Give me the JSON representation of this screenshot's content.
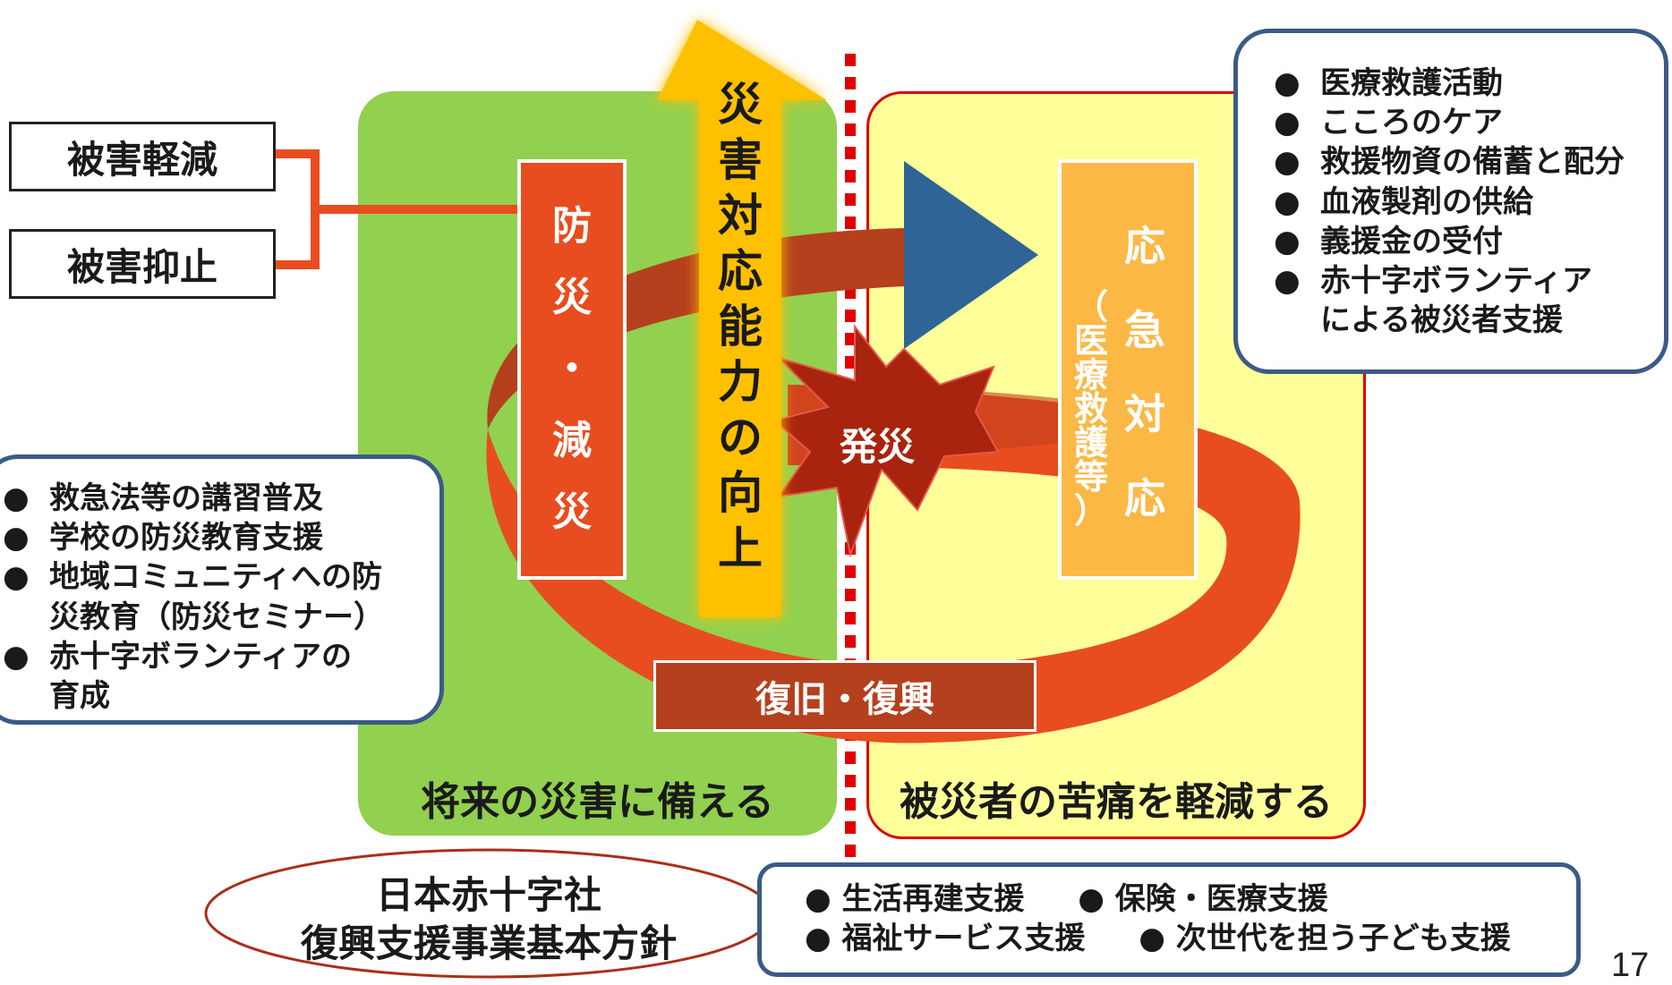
{
  "left_labels": {
    "reduction": "被害軽減",
    "deterrence": "被害抑止"
  },
  "prevention_box": [
    "防",
    "災",
    "・",
    "減",
    "災"
  ],
  "center_arrow": [
    "災",
    "害",
    "対",
    "応",
    "能",
    "力",
    "の",
    "向",
    "上"
  ],
  "response_box": {
    "main": [
      "応",
      "急",
      "対",
      "応"
    ],
    "sub": [
      "（",
      "医",
      "療",
      "救",
      "護",
      "等",
      "）"
    ]
  },
  "burst_label": "発災",
  "recovery_label": "復旧・復興",
  "green_caption": "将来の災害に備える",
  "yellow_caption": "被災者の苦痛を軽減する",
  "right_bubble": [
    {
      "text": "医療救護活動",
      "cont": ""
    },
    {
      "text": "こころのケア",
      "cont": ""
    },
    {
      "text": "救援物資の備蓄と配分",
      "cont": ""
    },
    {
      "text": "血液製剤の供給",
      "cont": ""
    },
    {
      "text": "義援金の受付",
      "cont": ""
    },
    {
      "text": "赤十字ボランティア",
      "cont": "による被災者支援"
    }
  ],
  "left_bubble": [
    {
      "text": "救急法等の講習普及",
      "cont": ""
    },
    {
      "text": "学校の防災教育支援",
      "cont": ""
    },
    {
      "text": "地域コミュニティへの防",
      "cont": "災教育（防災セミナー）"
    },
    {
      "text": "赤十字ボランティアの",
      "cont": "育成"
    }
  ],
  "bullet": "●",
  "policy_ellipse": {
    "line1": "日本赤十字社",
    "line2": "復興支援事業基本方針"
  },
  "bottom_box": {
    "line1_a": "生活再建支援",
    "line1_b": "保険・医療支援",
    "line2_a": "福祉サービス支援",
    "line2_b": "次世代を担う子ども支援"
  },
  "page_number": "17",
  "colors": {
    "green_panel": "#92d050",
    "yellow_panel": "#ffff99",
    "red_border": "#e00000",
    "orange": "#e84d20",
    "dark_red": "#a8301a",
    "arrow_yellow": "#ffc000",
    "blue_arrow": "#2e6496",
    "response_orange": "#fbb845",
    "recovery_fill": "#b5401e"
  }
}
